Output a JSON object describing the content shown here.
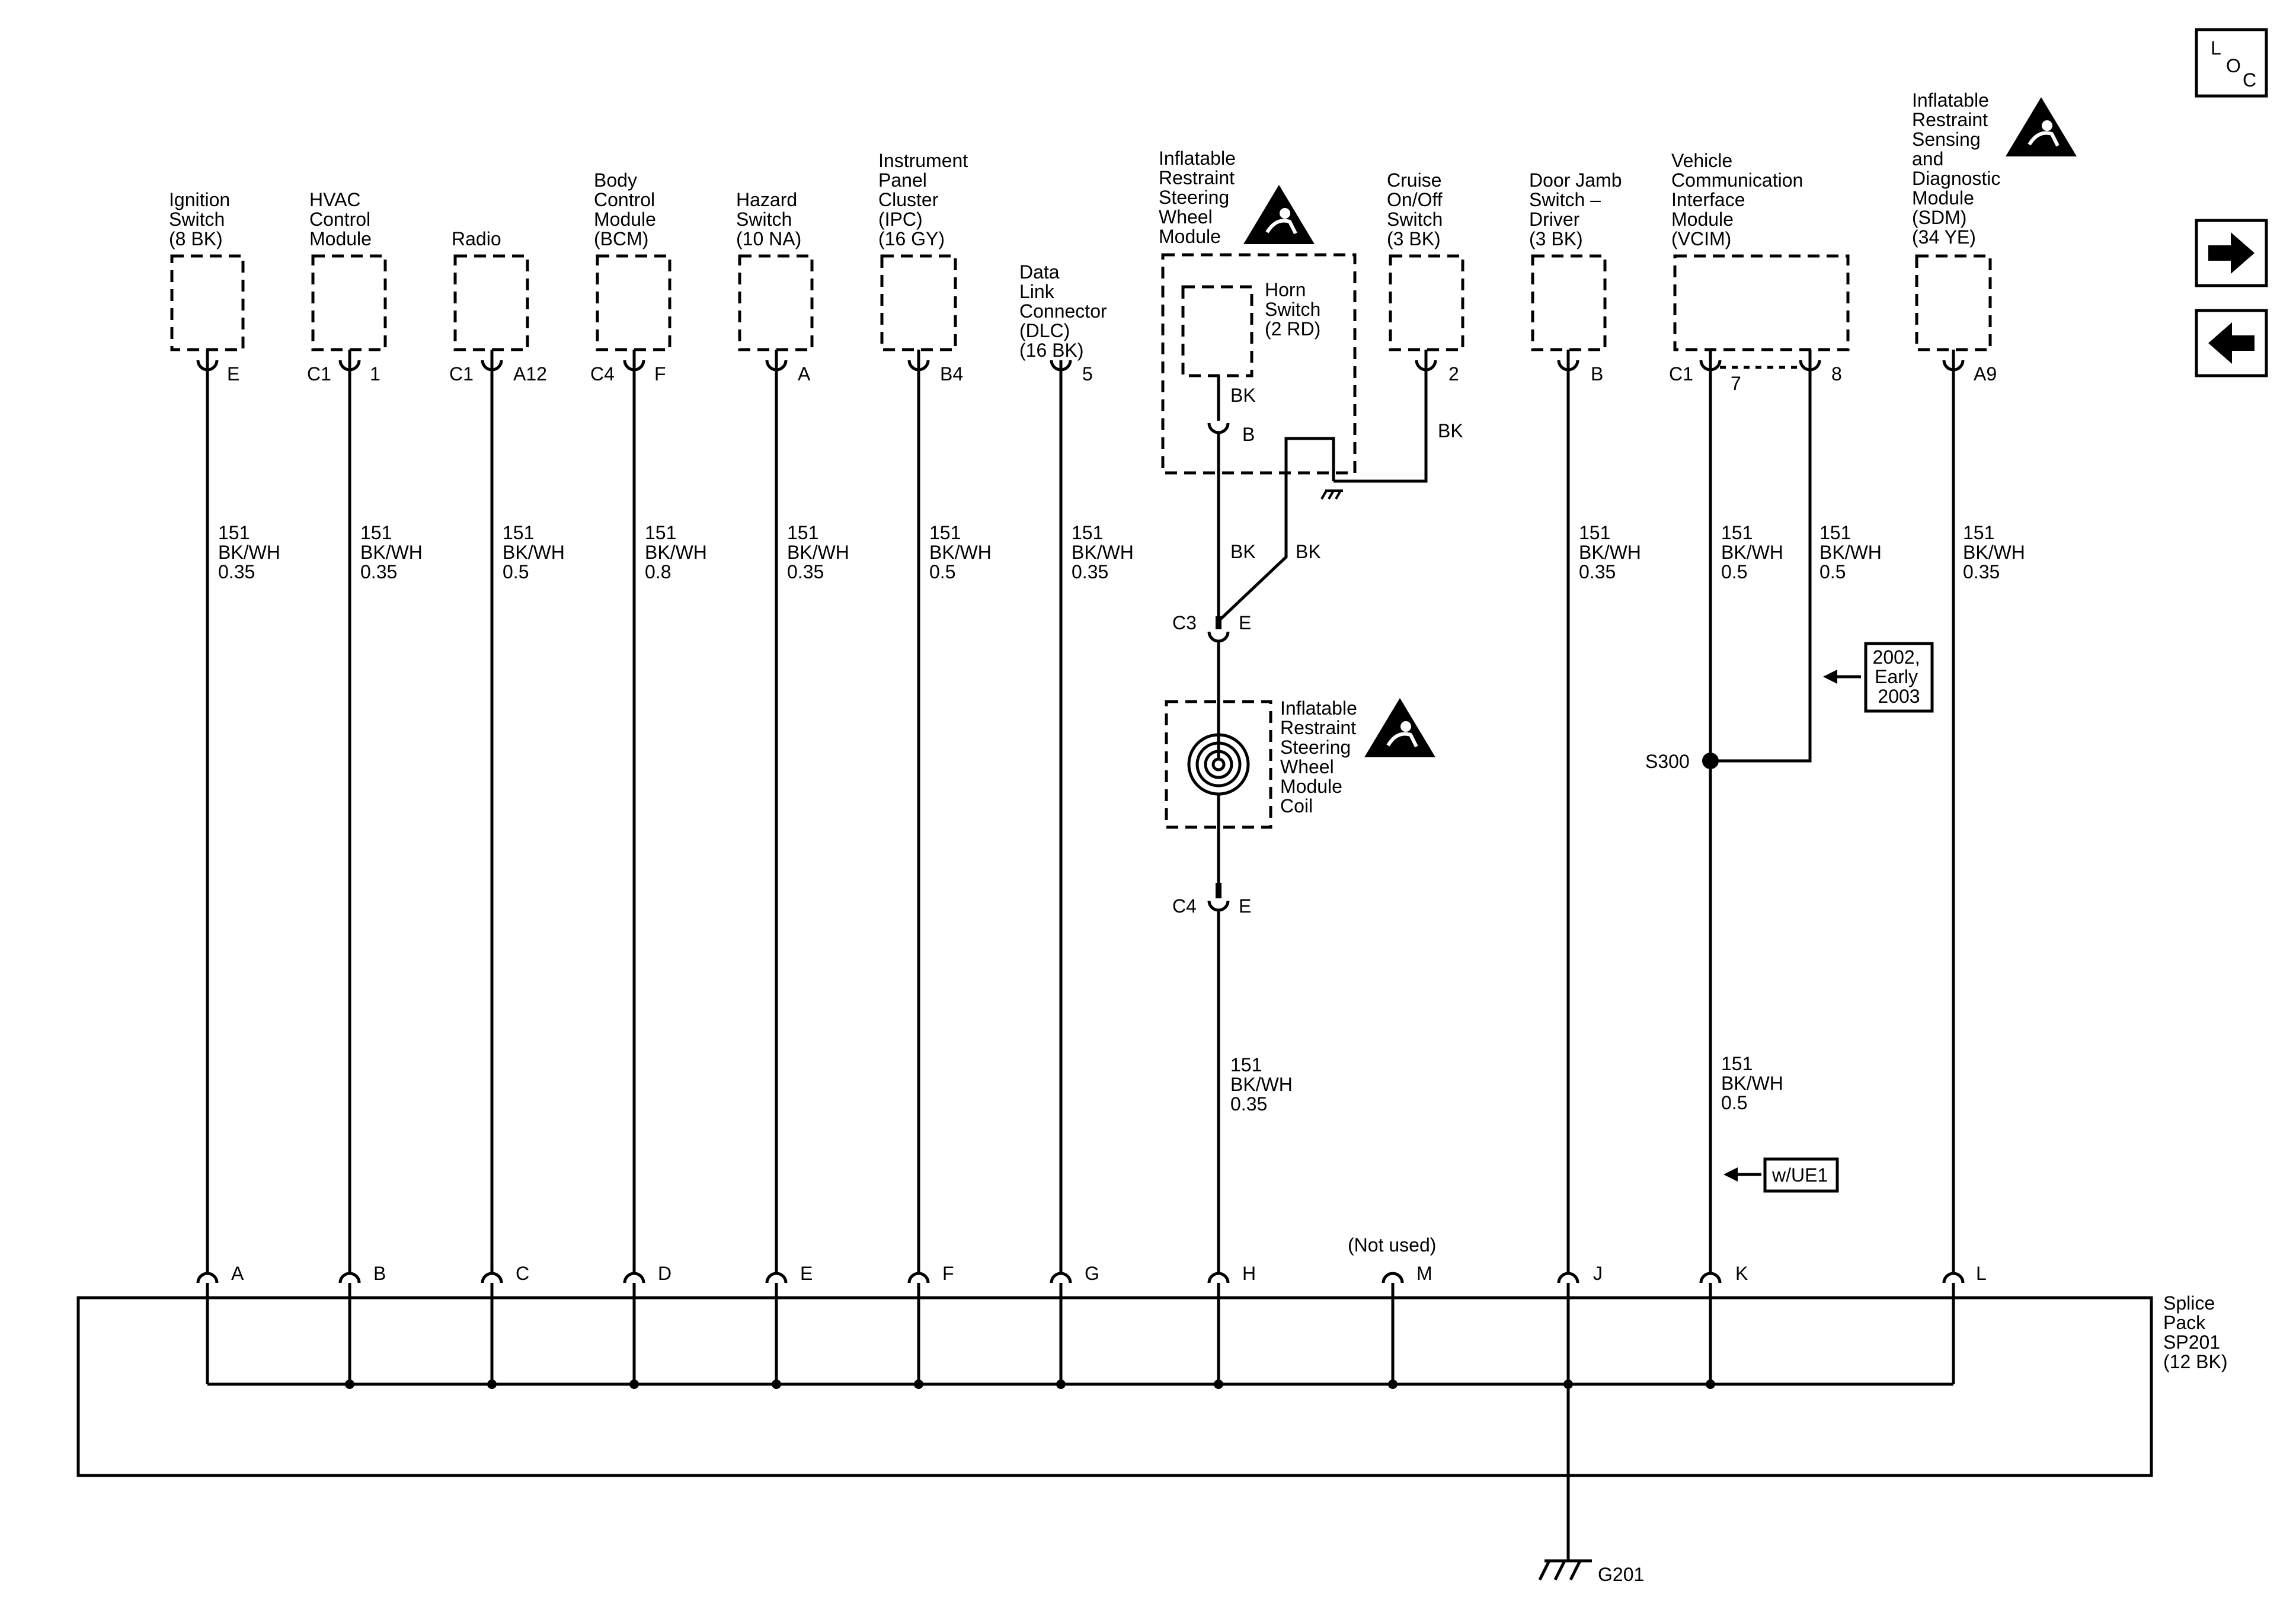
{
  "components": [
    {
      "id": "ignition",
      "label": [
        "Ignition",
        "Switch",
        "(8 BK)"
      ],
      "pin_left": "",
      "pin_right": "E",
      "wire": [
        "151",
        "BK/WH",
        "0.35"
      ],
      "splice_pin": "A"
    },
    {
      "id": "hvac",
      "label": [
        "HVAC",
        "Control",
        "Module"
      ],
      "pin_left": "C1",
      "pin_right": "1",
      "wire": [
        "151",
        "BK/WH",
        "0.35"
      ],
      "splice_pin": "B"
    },
    {
      "id": "radio",
      "label": [
        "Radio"
      ],
      "pin_left": "C1",
      "pin_right": "A12",
      "wire": [
        "151",
        "BK/WH",
        "0.5"
      ],
      "splice_pin": "C"
    },
    {
      "id": "bcm",
      "label": [
        "Body",
        "Control",
        "Module",
        "(BCM)"
      ],
      "pin_left": "C4",
      "pin_right": "F",
      "wire": [
        "151",
        "BK/WH",
        "0.8"
      ],
      "splice_pin": "D"
    },
    {
      "id": "hazard",
      "label": [
        "Hazard",
        "Switch",
        "(10 NA)"
      ],
      "pin_left": "",
      "pin_right": "A",
      "wire": [
        "151",
        "BK/WH",
        "0.35"
      ],
      "splice_pin": "E"
    },
    {
      "id": "ipc",
      "label": [
        "Instrument",
        "Panel",
        "Cluster",
        "(IPC)",
        "(16 GY)"
      ],
      "pin_left": "",
      "pin_right": "B4",
      "wire": [
        "151",
        "BK/WH",
        "0.5"
      ],
      "splice_pin": "F"
    },
    {
      "id": "dlc",
      "label": [
        "Data",
        "Link",
        "Connector",
        "(DLC)",
        "(16 BK)"
      ],
      "pin_left": "",
      "pin_right": "5",
      "wire": [
        "151",
        "BK/WH",
        "0.35"
      ],
      "splice_pin": "G"
    }
  ],
  "steering": {
    "label": [
      "Inflatable",
      "Restraint",
      "Steering",
      "Wheel",
      "Module"
    ],
    "horn_label": [
      "Horn",
      "Switch",
      "(2 RD)"
    ],
    "horn_wire": "BK",
    "horn_pin": "B",
    "wire_left": "BK",
    "wire_right": "BK",
    "c3_left": "C3",
    "c3_right": "E",
    "coil_label": [
      "Inflatable",
      "Restraint",
      "Steering",
      "Wheel",
      "Module",
      "Coil"
    ],
    "c4_left": "C4",
    "c4_right": "E",
    "wire": [
      "151",
      "BK/WH",
      "0.35"
    ],
    "splice_pin": "H"
  },
  "cruise": {
    "label": [
      "Cruise",
      "On/Off",
      "Switch",
      "(3 BK)"
    ],
    "pin_right": "2",
    "wire": "BK"
  },
  "not_used": {
    "label": "(Not used)",
    "splice_pin": "M"
  },
  "door_jamb": {
    "label": [
      "Door Jamb",
      "Switch –",
      "Driver",
      "(3 BK)"
    ],
    "pin_right": "B",
    "wire": [
      "151",
      "BK/WH",
      "0.35"
    ],
    "splice_pin": "J"
  },
  "vcim": {
    "label": [
      "Vehicle",
      "Communication",
      "Interface",
      "Module",
      "(VCIM)"
    ],
    "pin_left": "C1",
    "pin_7": "7",
    "pin_8": "8",
    "wire_left": [
      "151",
      "BK/WH",
      "0.5"
    ],
    "wire_right": [
      "151",
      "BK/WH",
      "0.5"
    ],
    "note_year": [
      "2002,",
      "Early",
      "2003"
    ],
    "splice_label": "S300",
    "wire_lower": [
      "151",
      "BK/WH",
      "0.5"
    ],
    "note_option": "w/UE1",
    "splice_pin": "K"
  },
  "sdm": {
    "label": [
      "Inflatable",
      "Restraint",
      "Sensing",
      "and",
      "Diagnostic",
      "Module",
      "(SDM)",
      "(34 YE)"
    ],
    "pin_right": "A9",
    "wire": [
      "151",
      "BK/WH",
      "0.35"
    ],
    "splice_pin": "L"
  },
  "splice_pack": {
    "label": [
      "Splice",
      "Pack",
      "SP201",
      "(12 BK)"
    ]
  },
  "ground": {
    "label": "G201"
  },
  "nav": {
    "loc_l": "L",
    "loc_o": "O",
    "loc_c": "C",
    "next_icon": "arrow-right-icon",
    "prev_icon": "arrow-left-icon"
  }
}
